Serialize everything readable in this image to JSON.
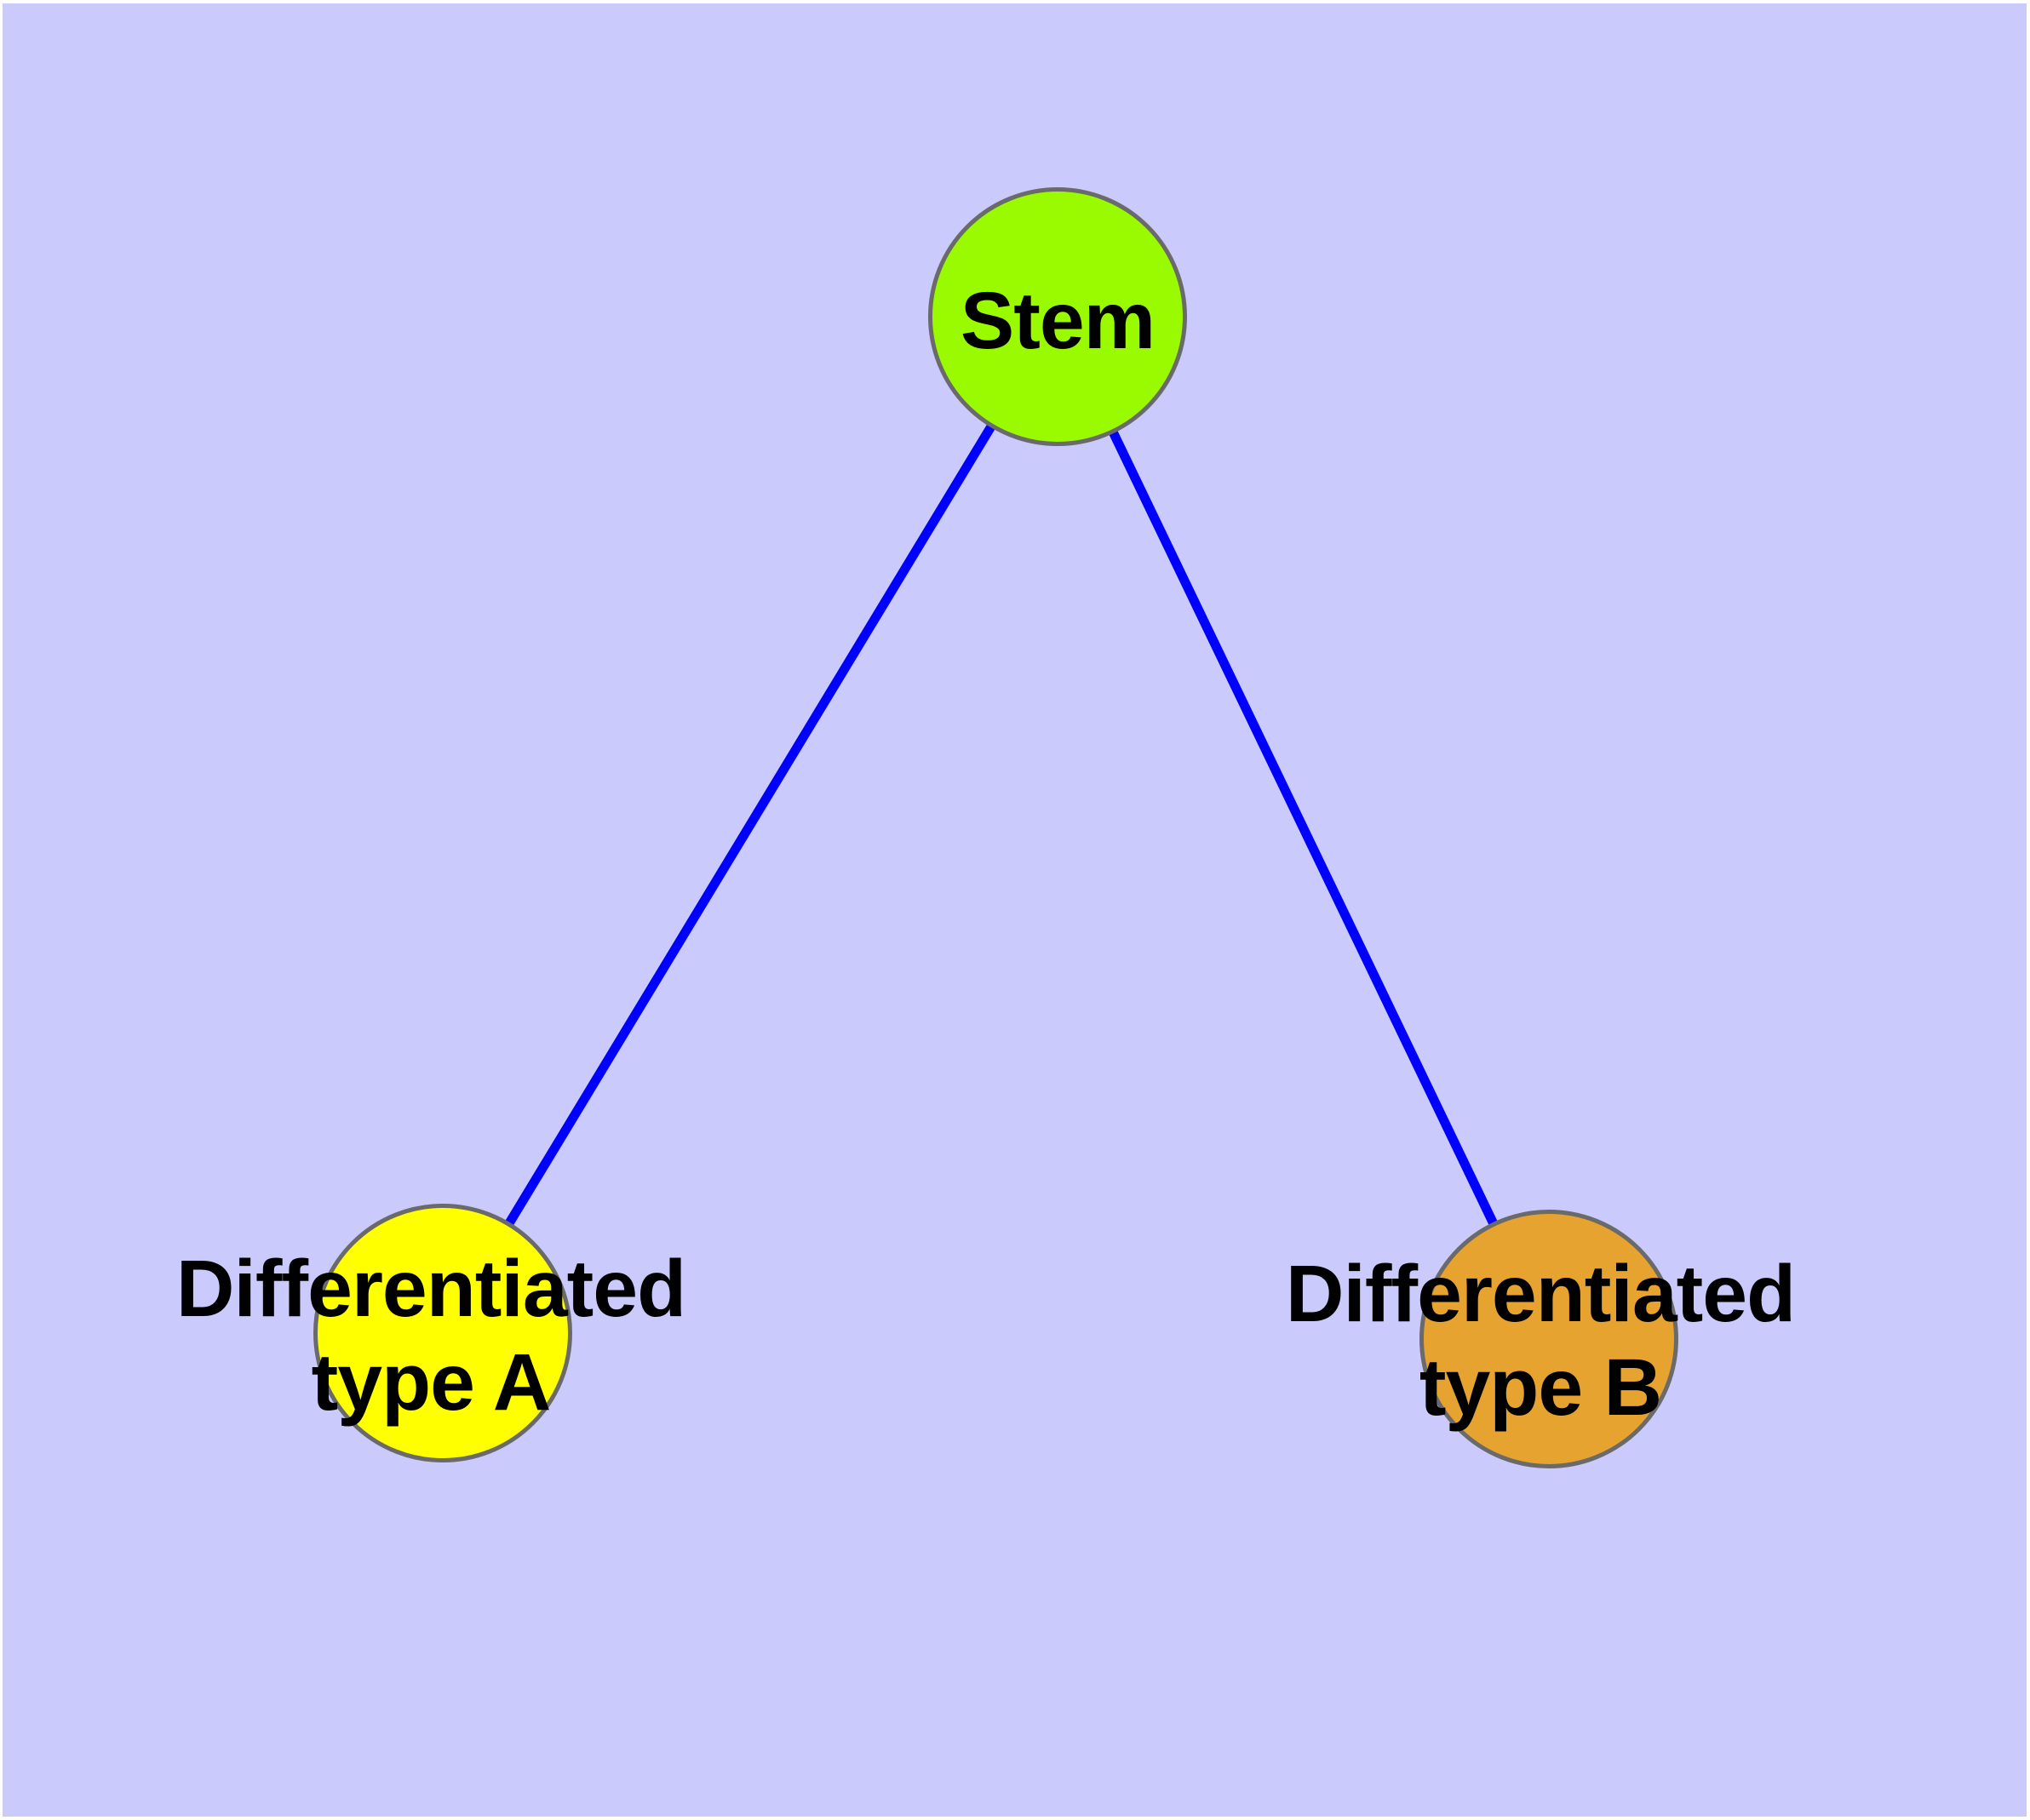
{
  "diagram": {
    "kind": "graph",
    "background_color": "#CACAFC",
    "frame_color": "#FFFFFF",
    "edge_color": "#0000FF",
    "node_border_color": "#6A6A6A",
    "label_color": "#000000",
    "nodes": [
      {
        "id": "stem",
        "label": "Stem",
        "lines": [
          "Stem"
        ],
        "fill": "#9AFB00"
      },
      {
        "id": "differentiated-type-a",
        "label": "Differentiated type A",
        "lines": [
          "Differentiated",
          "type A"
        ],
        "fill": "#FFFF00"
      },
      {
        "id": "differentiated-type-b",
        "label": "Differentiated type B",
        "lines": [
          "Differentiated",
          "type B"
        ],
        "fill": "#E7A32F"
      }
    ],
    "edges": [
      {
        "from": "stem",
        "to": "differentiated-type-a"
      },
      {
        "from": "stem",
        "to": "differentiated-type-b"
      }
    ]
  }
}
